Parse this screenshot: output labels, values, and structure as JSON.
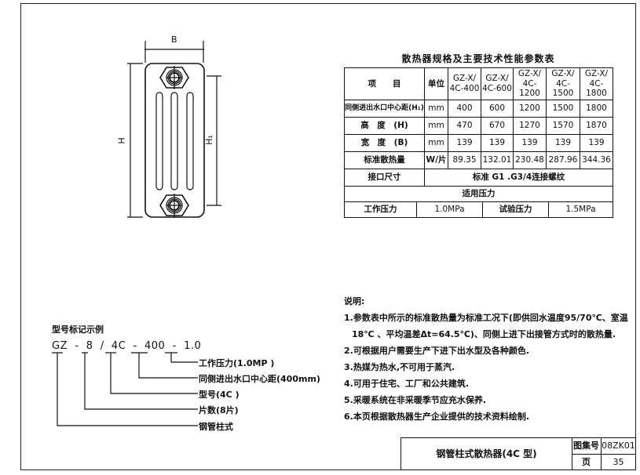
{
  "drawing": {
    "label_b": "B",
    "label_h": "H",
    "label_h1": "H₁"
  },
  "table": {
    "title": "散热器规格及主要技术性能参数表",
    "header": {
      "item": "项　　目",
      "unit": "单位",
      "models": [
        [
          "GZ-X/",
          "4C-400"
        ],
        [
          "GZ-X/",
          "4C-600"
        ],
        [
          "GZ-X/",
          "4C-1200"
        ],
        [
          "GZ-X/",
          "4C-1500"
        ],
        [
          "GZ-X/",
          "4C-1800"
        ]
      ]
    },
    "rows": [
      {
        "label": "同侧进出水口中心距(H₁)",
        "unit": "mm",
        "values": [
          "400",
          "600",
          "1200",
          "1500",
          "1800"
        ]
      },
      {
        "label": "高　度　(H)",
        "unit": "mm",
        "values": [
          "470",
          "670",
          "1270",
          "1570",
          "1870"
        ]
      },
      {
        "label": "宽　度　(B)",
        "unit": "mm",
        "values": [
          "139",
          "139",
          "139",
          "139",
          "139"
        ]
      },
      {
        "label": "标准散热量",
        "unit": "W/片",
        "values": [
          "89.35",
          "132.01",
          "230.48",
          "287.96",
          "344.36"
        ]
      }
    ],
    "connection": {
      "label": "接口尺寸",
      "value": "标准 G1 .G3/4连接螺纹"
    },
    "pressure_header": "适用压力",
    "pressure": {
      "work_label": "工作压力",
      "work_value": "1.0MPa",
      "test_label": "试验压力",
      "test_value": "1.5MPa"
    }
  },
  "legend": {
    "title": "型号标记示例",
    "code": [
      "GZ",
      "-",
      "8",
      "/",
      "4C",
      "-",
      "400",
      "-",
      "1.0"
    ],
    "labels": [
      "工作压力(1.0MP )",
      "同侧进出水口中心距(400mm)",
      "型号(4C )",
      "片数(8片)",
      "钢管柱式"
    ]
  },
  "notes": {
    "title": "说明:",
    "items": [
      "1.参数表中所示的标准散热量为标准工况下(即供回水温度95/70℃、室温",
      "18℃ 、平均温差Δt=64.5℃)、同侧上进下出接管方式时的散热量.",
      "2.可根据用户需要生产下进下出水型及各种颜色.",
      "3.热媒为热水,不可用于蒸汽.",
      "4.可用于住宅、工厂和公共建筑.",
      "5.采暖系统在非采暖季节应充水保养.",
      "6.本页根据散热器生产企业提供的技术资料绘制."
    ]
  },
  "title_block": {
    "title": "钢管柱式散热器(4C 型)",
    "atlas_label": "图集号",
    "atlas_no": "08ZK01",
    "page_label": "页",
    "page_no": "35"
  }
}
